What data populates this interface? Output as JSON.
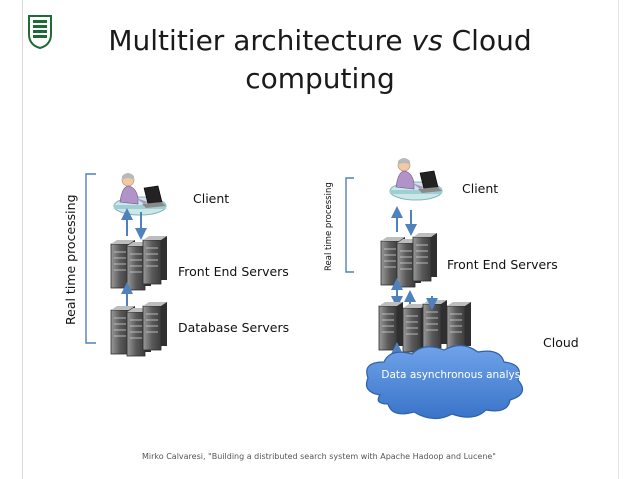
{
  "title": {
    "main": "Multitier architecture ",
    "vs": "vs",
    "rest": " Cloud",
    "line2": "computing"
  },
  "left": {
    "client": "Client",
    "front_end": "Front End Servers",
    "database": "Database Servers",
    "bracket_label": "Real time processing"
  },
  "right": {
    "client": "Client",
    "front_end": "Front End Servers",
    "cloud": "Cloud",
    "bracket_label": "Real time processing",
    "cloud_text": "Data asynchronous analysis"
  },
  "footer": "Mirko Calvaresi, \"Building a distributed search system with Apache Hadoop and Lucene\"",
  "colors": {
    "arrow": "#4f81bd",
    "bracket": "#4f81bd",
    "cloud": "#4a86d8",
    "server": "#6d6d6d"
  }
}
